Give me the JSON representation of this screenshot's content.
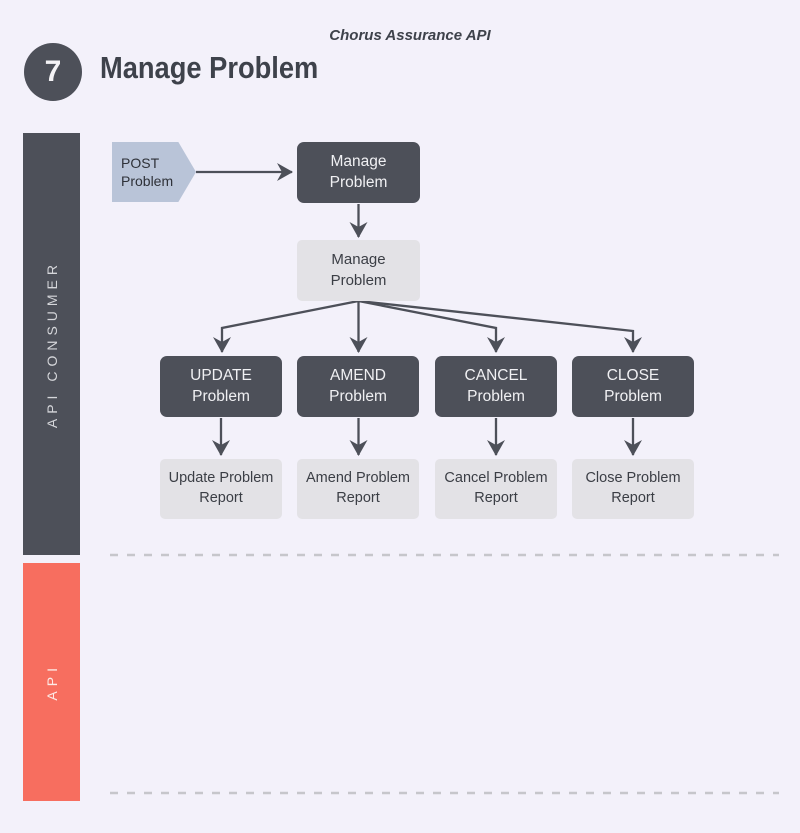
{
  "page": {
    "subtitle": "Chorus Assurance API",
    "step_number": "7",
    "title": "Manage Problem"
  },
  "lanes": {
    "consumer": "API CONSUMER",
    "api": "API"
  },
  "diagram": {
    "flag": {
      "line1": "POST",
      "line2": "Problem"
    },
    "manage_command": {
      "line1": "Manage",
      "line2": "Problem"
    },
    "manage_state": {
      "line1": "Manage",
      "line2": "Problem"
    },
    "commands": [
      {
        "line1": "UPDATE",
        "line2": "Problem"
      },
      {
        "line1": "AMEND",
        "line2": "Problem"
      },
      {
        "line1": "CANCEL",
        "line2": "Problem"
      },
      {
        "line1": "CLOSE",
        "line2": "Problem"
      }
    ],
    "reports": [
      "Update Problem Report",
      "Amend Problem Report",
      "Cancel Problem Report",
      "Close Problem Report"
    ]
  },
  "colors": {
    "background": "#f3f1fa",
    "node_dark": "#4d5059",
    "node_light": "#e3e2e6",
    "flag_fill": "#b9c4d8",
    "lane_api": "#f76e5f",
    "arrow": "#4d5059",
    "dashed_line": "#c6c6cb"
  }
}
